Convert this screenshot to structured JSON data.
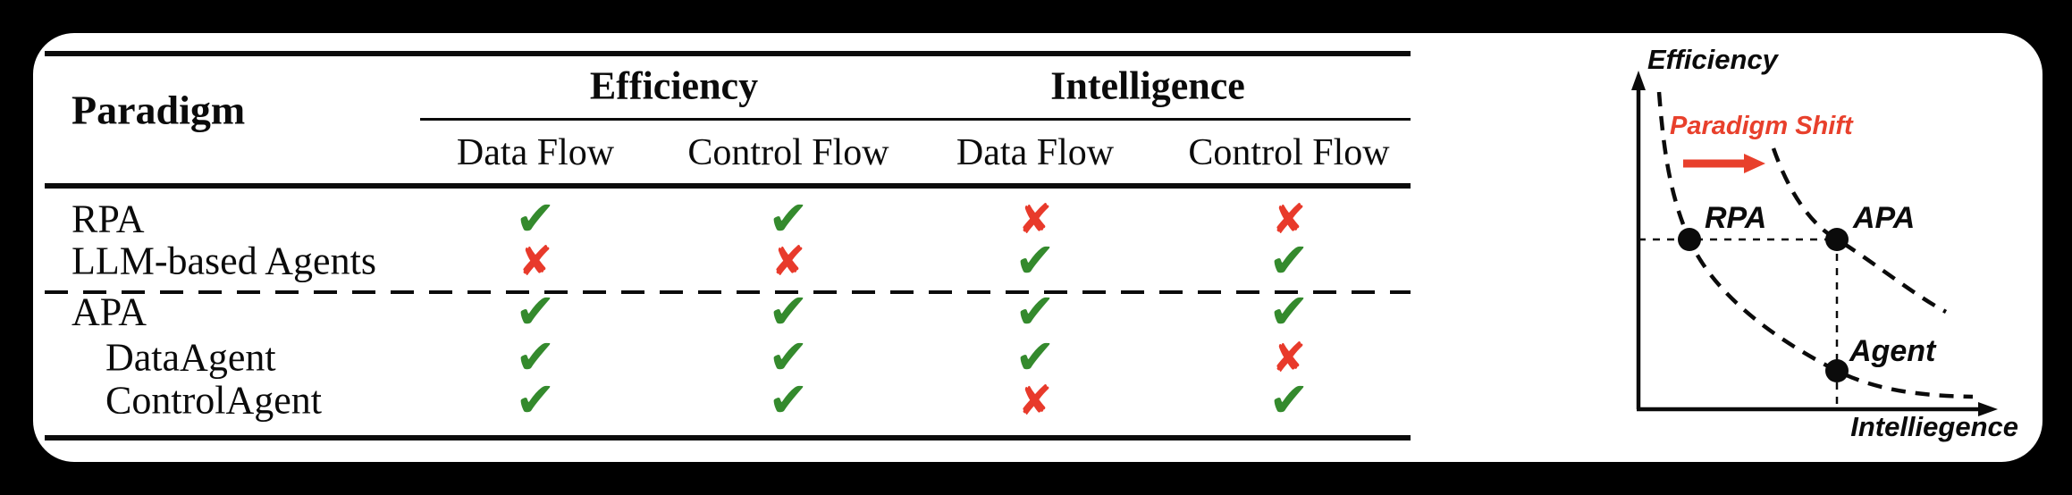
{
  "colors": {
    "check": "#348a2d",
    "cross": "#e83a2b",
    "accent": "#e8402c"
  },
  "table": {
    "corner_header": "Paradigm",
    "groups": [
      {
        "label": "Efficiency"
      },
      {
        "label": "Intelligence"
      }
    ],
    "subheaders": [
      "Data Flow",
      "Control Flow",
      "Data Flow",
      "Control Flow"
    ],
    "rows": [
      {
        "label": "RPA",
        "marks": [
          "✔",
          "✔",
          "✘",
          "✘"
        ]
      },
      {
        "label": "LLM-based Agents",
        "marks": [
          "✘",
          "✘",
          "✔",
          "✔"
        ]
      },
      {
        "label": "APA",
        "marks": [
          "✔",
          "✔",
          "✔",
          "✔"
        ]
      },
      {
        "label": "DataAgent",
        "marks": [
          "✔",
          "✔",
          "✔",
          "✘"
        ]
      },
      {
        "label": "ControlAgent",
        "marks": [
          "✔",
          "✔",
          "✘",
          "✔"
        ]
      }
    ]
  },
  "diagram": {
    "y_axis_label": "Efficiency",
    "x_axis_label": "Intelliegence",
    "shift_label": "Paradigm Shift",
    "points": [
      {
        "label": "RPA"
      },
      {
        "label": "APA"
      },
      {
        "label": "Agent"
      }
    ]
  }
}
